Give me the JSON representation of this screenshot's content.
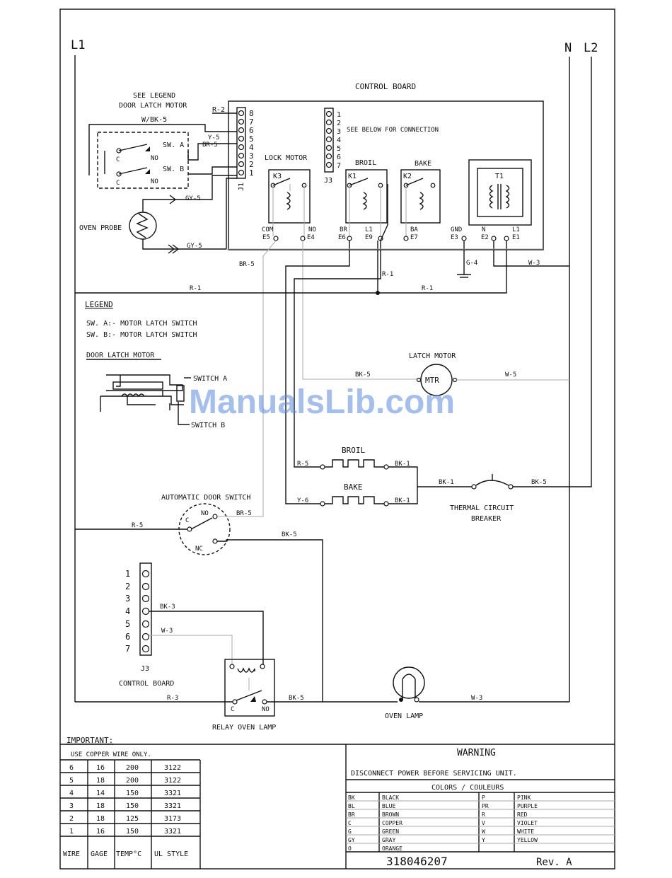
{
  "labels": {
    "l1": "L1",
    "n": "N",
    "l2": "L2",
    "control_board": "CONTROL BOARD",
    "see_legend": "SEE LEGEND",
    "door_latch_motor": "DOOR LATCH MOTOR",
    "wbk5": "W/BK-5",
    "r2": "R-2",
    "y5": "Y-5",
    "br5_top": "BR-5",
    "sw_a": "SW. A",
    "sw_b": "SW. B",
    "c": "C",
    "no": "NO",
    "gy5": "GY-5",
    "oven_probe": "OVEN PROBE",
    "j1": "J1",
    "j3_top": "J3",
    "see_below": "SEE BELOW FOR CONNECTION",
    "lock_motor": "LOCK MOTOR",
    "broil_relay": "BROIL",
    "bake_relay": "BAKE",
    "k3": "K3",
    "k1": "K1",
    "k2": "K2",
    "t1": "T1",
    "com": "COM",
    "e5": "E5",
    "no_e4": "NO",
    "e4": "E4",
    "br": "BR",
    "e6": "E6",
    "l1_term": "L1",
    "e9": "E9",
    "ba": "BA",
    "e7": "E7",
    "gnd": "GND",
    "e3": "E3",
    "n_term": "N",
    "e2": "E2",
    "l1_e1": "L1",
    "e1": "E1",
    "br5_left": "BR-5",
    "r1_mid": "R-1",
    "g4": "G-4",
    "w3_top": "W-3",
    "r1_left": "R-1",
    "r1_right": "R-1",
    "legend": "LEGEND",
    "legend_a": "SW. A:- MOTOR LATCH SWITCH",
    "legend_b": "SW. B:- MOTOR LATCH SWITCH",
    "dlm_title": "DOOR LATCH MOTOR",
    "switch_a": "SWITCH A",
    "switch_b": "SWITCH B",
    "latch_motor": "LATCH MOTOR",
    "mtr": "MTR",
    "bk5_latch": "BK-5",
    "w5_latch": "W-5",
    "broil_el": "BROIL",
    "bake_el": "BAKE",
    "r5_broil": "R-5",
    "bk1_broil": "BK-1",
    "y6_bake": "Y-6",
    "bk1_bake": "BK-1",
    "bk1_tcb": "BK-1",
    "bk5_tcb": "BK-5",
    "tcb1": "THERMAL CIRCUIT",
    "tcb2": "BREAKER",
    "auto_door": "AUTOMATIC DOOR SWITCH",
    "r5_door": "R-5",
    "br5_door": "BR-5",
    "bk5_door": "BK-5",
    "nc": "NC",
    "bk3_j3": "BK-3",
    "w3_j3": "W-3",
    "j3_bottom": "J3",
    "cb_bottom": "CONTROL BOARD",
    "r3": "R-3",
    "bk5_relay": "BK-5",
    "w3_lamp": "W-3",
    "relay_oven_lamp": "RELAY OVEN LAMP",
    "oven_lamp": "OVEN LAMP",
    "watermark": "ManualsLib.com"
  },
  "pins_j1": [
    "8",
    "7",
    "6",
    "5",
    "4",
    "3",
    "2",
    "1"
  ],
  "pins_j3_top": [
    "1",
    "2",
    "3",
    "4",
    "5",
    "6",
    "7"
  ],
  "pins_j3_bottom": [
    "1",
    "2",
    "3",
    "4",
    "5",
    "6",
    "7"
  ],
  "important": {
    "title": "IMPORTANT:",
    "note": "USE COPPER WIRE ONLY.",
    "rows": [
      [
        "6",
        "16",
        "200",
        "3122"
      ],
      [
        "5",
        "18",
        "200",
        "3122"
      ],
      [
        "4",
        "14",
        "150",
        "3321"
      ],
      [
        "3",
        "18",
        "150",
        "3321"
      ],
      [
        "2",
        "18",
        "125",
        "3173"
      ],
      [
        "1",
        "16",
        "150",
        "3321"
      ]
    ],
    "headers": [
      "WIRE",
      "GAGE",
      "TEMP°C",
      "UL STYLE"
    ]
  },
  "warning": {
    "title": "WARNING",
    "text": "DISCONNECT POWER BEFORE SERVICING UNIT.",
    "colors_title": "COLORS / COULEURS",
    "colors": [
      [
        "BK",
        "BLACK",
        "P",
        "PINK"
      ],
      [
        "BL",
        "BLUE",
        "PR",
        "PURPLE"
      ],
      [
        "BR",
        "BROWN",
        "R",
        "RED"
      ],
      [
        "C",
        "COPPER",
        "V",
        "VIOLET"
      ],
      [
        "G",
        "GREEN",
        "W",
        "WHITE"
      ],
      [
        "GY",
        "GRAY",
        "Y",
        "YELLOW"
      ],
      [
        "O",
        "ORANGE",
        "",
        ""
      ]
    ],
    "part_number": "318046207",
    "rev": "Rev. A"
  }
}
